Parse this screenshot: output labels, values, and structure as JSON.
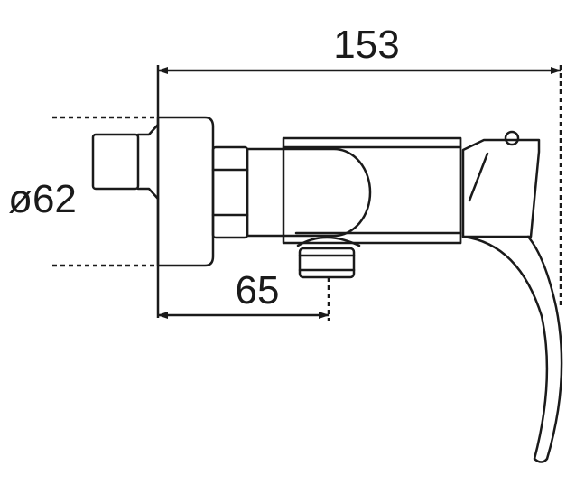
{
  "diagram": {
    "dimensions": {
      "overall_length": "153",
      "diameter": "ø62",
      "outlet_offset": "65"
    },
    "colors": {
      "line": "#1a1a1a",
      "background": "#ffffff"
    }
  }
}
